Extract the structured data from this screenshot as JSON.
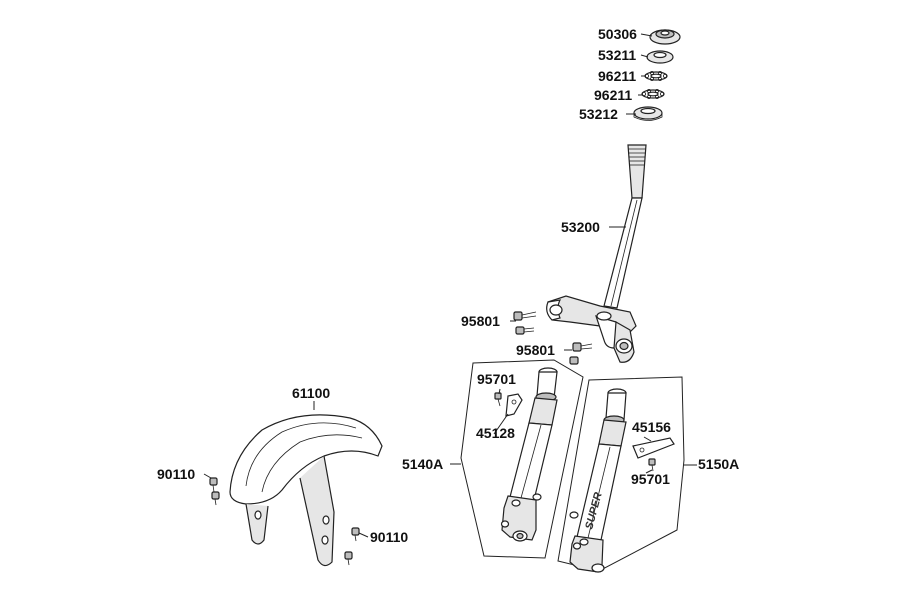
{
  "labels": {
    "p50306": "50306",
    "p53211": "53211",
    "p96211a": "96211",
    "p96211b": "96211",
    "p53212": "53212",
    "p53200": "53200",
    "p95801a": "95801",
    "p95801b": "95801",
    "p95701a": "95701",
    "p45128": "45128",
    "p5140A": "5140A",
    "p61100": "61100",
    "p90110a": "90110",
    "p90110b": "90110",
    "p45156": "45156",
    "p95701b": "95701",
    "p5150A": "5150A"
  },
  "fork_text": "SUPER"
}
